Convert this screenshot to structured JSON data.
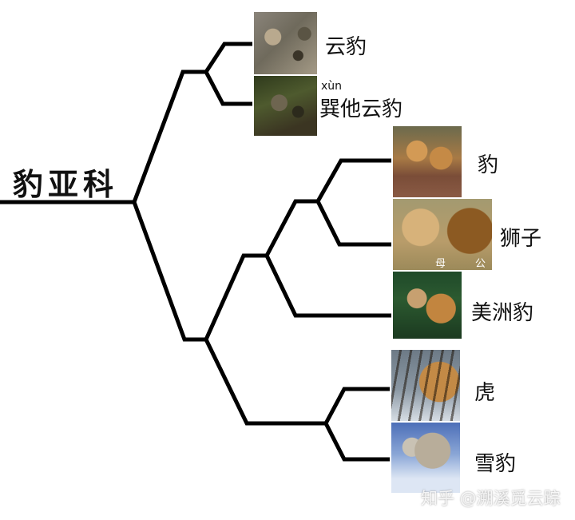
{
  "diagram": {
    "type": "phylogenetic-tree",
    "root": {
      "label": "豹亚科"
    },
    "line_color": "#000000",
    "leaves": [
      {
        "id": "clouded-leopard",
        "label": "云豹",
        "photo": "clouded-leopard-photo"
      },
      {
        "id": "sunda-clouded-leopard",
        "label": "巽他云豹",
        "pinyin": "xùn",
        "photo": "sunda-clouded-leopard-photo"
      },
      {
        "id": "leopard",
        "label": "豹",
        "photo": "leopard-photo"
      },
      {
        "id": "lion",
        "label": "狮子",
        "photo": "lion-photo",
        "photo_tags": {
          "female": "母",
          "male": "公"
        }
      },
      {
        "id": "jaguar",
        "label": "美洲豹",
        "photo": "jaguar-photo"
      },
      {
        "id": "tiger",
        "label": "虎",
        "photo": "tiger-photo"
      },
      {
        "id": "snow-leopard",
        "label": "雪豹",
        "photo": "snow-leopard-photo"
      }
    ],
    "topology": "((云豹,巽他云豹),((((豹,狮子),美洲豹)),(虎,雪豹)))"
  },
  "watermark": "知乎 @溯溪觅云踪"
}
